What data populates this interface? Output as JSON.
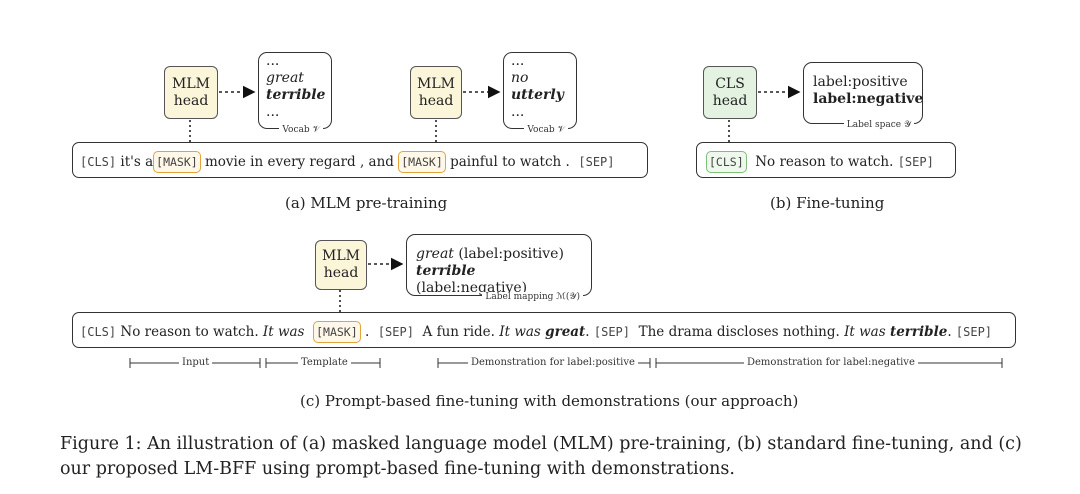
{
  "panel_a": {
    "head1": [
      "MLM",
      "head"
    ],
    "vocab1": [
      "...",
      "great",
      "terrible",
      "..."
    ],
    "vocab1_caption": "Vocab 𝒱",
    "head2": [
      "MLM",
      "head"
    ],
    "vocab2": [
      "...",
      "no",
      "utterly",
      "..."
    ],
    "vocab2_caption": "Vocab 𝒱",
    "sentence": {
      "cls": "[CLS]",
      "t1": "it's a",
      "mask1": "[MASK]",
      "t2": "movie in every regard , and",
      "mask2": "[MASK]",
      "t3": "painful to watch .",
      "sep": "[SEP]"
    },
    "caption": "(a) MLM pre-training"
  },
  "panel_b": {
    "head": [
      "CLS",
      "head"
    ],
    "labels": [
      "label:positive",
      "label:negative"
    ],
    "label_caption": "Label space 𝒴",
    "sentence": {
      "cls": "[CLS]",
      "text": "No reason to watch.",
      "sep": "[SEP]"
    },
    "caption": "(b) Fine-tuning"
  },
  "panel_c": {
    "head": [
      "MLM",
      "head"
    ],
    "mapping": {
      "word1": "great",
      "label1": "(label:positive)",
      "word2": "terrible",
      "label2": "(label:negative)"
    },
    "mapping_caption": "Label mapping ℳ(𝒴)",
    "sentence": {
      "cls": "[CLS]",
      "input": "No reason to watch.",
      "template": "It was",
      "mask": "[MASK]",
      "dot": ".",
      "sep1": "[SEP]",
      "demo1": "A fun ride.",
      "demo1_template": "It was",
      "demo1_word": "great",
      "demo1_dot": ".",
      "sep2": "[SEP]",
      "demo2": "The drama discloses nothing.",
      "demo2_template": "It was",
      "demo2_word": "terrible",
      "demo2_dot": ".",
      "sep3": "[SEP]"
    },
    "segments": [
      "Input",
      "Template",
      "Demonstration for label:positive",
      "Demonstration for label:negative"
    ],
    "caption": "(c) Prompt-based fine-tuning with demonstrations (our approach)"
  },
  "figure_caption": "Figure 1: An illustration of (a) masked language model (MLM) pre-training, (b) standard fine-tuning, and (c) our proposed LM-BFF using prompt-based fine-tuning with demonstrations.",
  "colors": {
    "mlm_head": "#fbf5d9",
    "cls_head": "#e3f2e1",
    "mask_border": "#e3a33c",
    "cls_border": "#7fbf7a"
  }
}
